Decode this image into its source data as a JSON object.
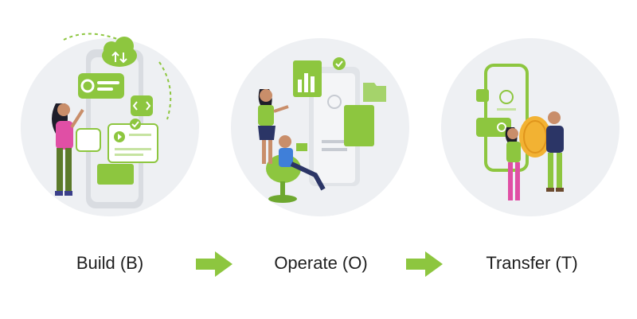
{
  "steps": [
    {
      "label": "Build (B)"
    },
    {
      "label": "Operate (O)"
    },
    {
      "label": "Transfer (T)"
    }
  ],
  "colors": {
    "accent_green": "#8dc63f",
    "dark_green": "#5e9e2a",
    "circle_bg": "#eef0f3",
    "device_gray": "#d9dce1",
    "text": "#1f1f1f",
    "pink": "#e04fa5",
    "navy": "#2b3566"
  },
  "icons": [
    "cloud-sync-icon",
    "gear-icon",
    "code-icon",
    "play-icon",
    "checkmark-icon",
    "chart-icon",
    "folder-icon",
    "profile-icon",
    "gold-coin-icon",
    "arrow-right-icon"
  ]
}
